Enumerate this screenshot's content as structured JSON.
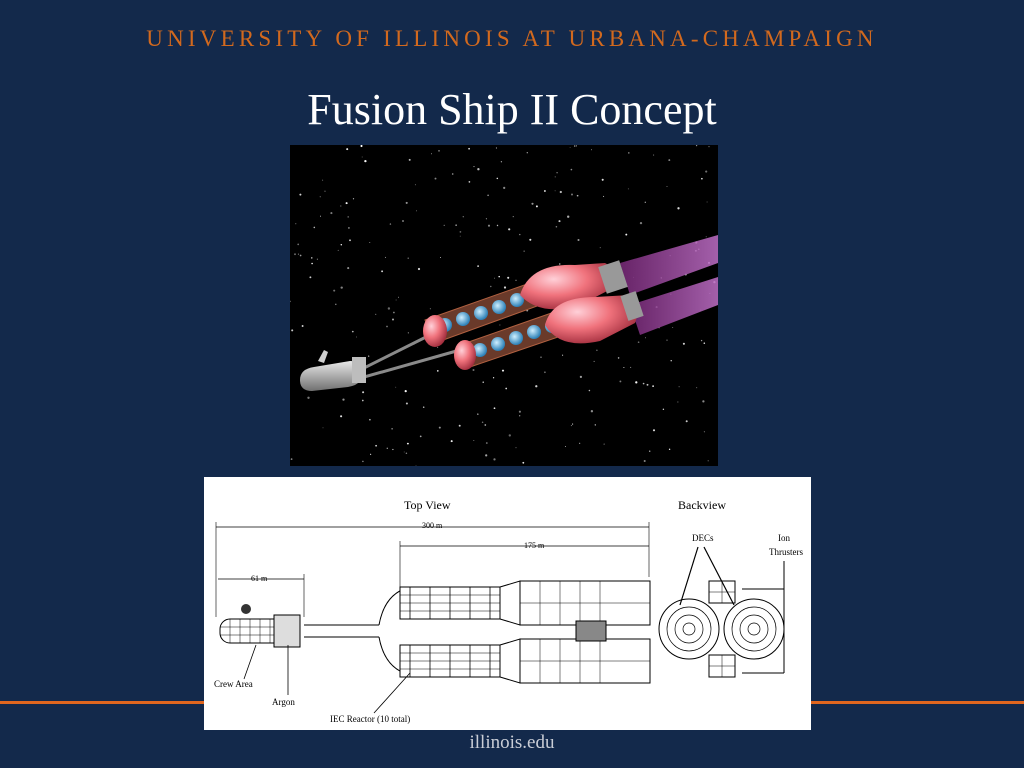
{
  "header": {
    "institution": "UNIVERSITY OF ILLINOIS AT URBANA-CHAMPAIGN"
  },
  "slide": {
    "title": "Fusion Ship II Concept"
  },
  "render_image": {
    "kind": "starfield spacecraft render"
  },
  "diagram": {
    "top_view_label": "Top View",
    "back_view_label": "Backview",
    "dim_overall": "300 m",
    "dim_rear": "175 m",
    "dim_front": "61 m",
    "label_crew": "Crew Area",
    "label_argon": "Argon",
    "label_reactor": "IEC Reactor (10 total)",
    "label_decs": "DECs",
    "label_ion_1": "Ion",
    "label_ion_2": "Thrusters"
  },
  "footer": {
    "site": "illinois.edu"
  },
  "colors": {
    "background": "#13294b",
    "accent": "#e0661f"
  }
}
